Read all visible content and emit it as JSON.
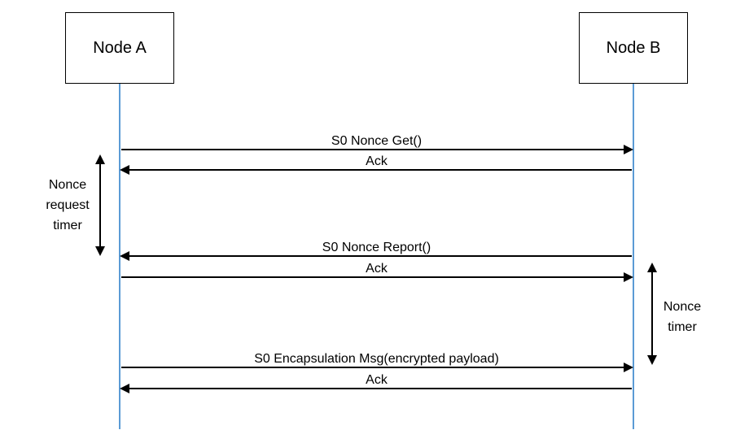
{
  "nodes": {
    "a": "Node A",
    "b": "Node B"
  },
  "messages": [
    {
      "label": "S0 Nonce Get()",
      "from": "A",
      "to": "B"
    },
    {
      "label": "Ack",
      "from": "B",
      "to": "A"
    },
    {
      "label": "S0 Nonce Report()",
      "from": "B",
      "to": "A"
    },
    {
      "label": "Ack",
      "from": "A",
      "to": "B"
    },
    {
      "label": "S0 Encapsulation Msg(encrypted payload)",
      "from": "A",
      "to": "B"
    },
    {
      "label": "Ack",
      "from": "B",
      "to": "A"
    }
  ],
  "timers": {
    "nonce_request": [
      "Nonce",
      "request",
      "timer"
    ],
    "nonce": [
      "Nonce",
      "timer"
    ]
  },
  "colors": {
    "lifeline": "#5b9bd5",
    "arrow": "#000000",
    "box_border": "#000000"
  }
}
